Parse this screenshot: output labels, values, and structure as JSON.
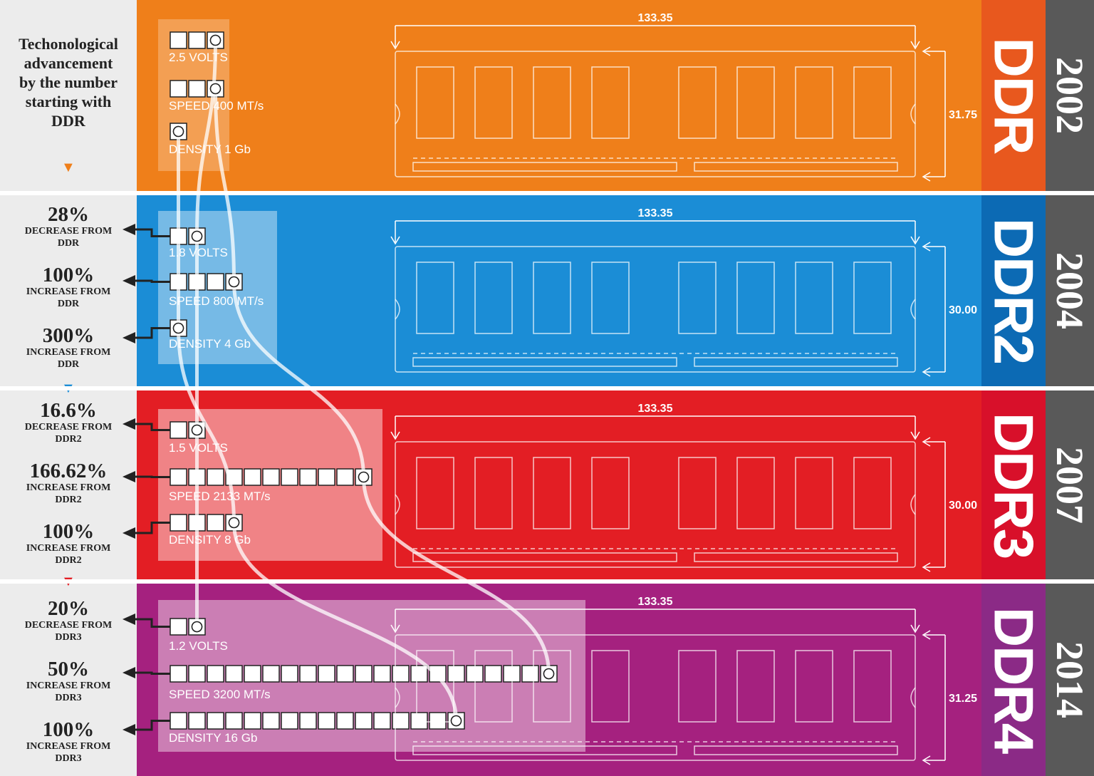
{
  "intro": {
    "lines": [
      "Techonological",
      "advancement",
      "by the number",
      "starting with",
      "DDR"
    ]
  },
  "colors": {
    "ddr": "#ef7f1a",
    "ddr2": "#1b8dd6",
    "ddr3": "#e31e24",
    "ddr4": "#a5217f",
    "gen_ddr": "#e8581e",
    "gen_ddr2": "#0c6ab4",
    "gen_ddr3": "#d8102a",
    "gen_ddr4": "#8b2a86",
    "year_bg": "#595959"
  },
  "generations": [
    {
      "name": "DDR",
      "year": "2002",
      "width_mm": "133.35",
      "height_mm": "31.75",
      "specs": [
        {
          "label": "2.5 VOLTS",
          "units": 3
        },
        {
          "label": "SPEED 400 MT/s",
          "units": 3
        },
        {
          "label": "DENSITY 1 Gb",
          "units": 1
        }
      ],
      "stats": []
    },
    {
      "name": "DDR2",
      "year": "2004",
      "width_mm": "133.35",
      "height_mm": "30.00",
      "specs": [
        {
          "label": "1.8 VOLTS",
          "units": 2
        },
        {
          "label": "SPEED 800 MT/s",
          "units": 4
        },
        {
          "label": "DENSITY 4 Gb",
          "units": 1
        }
      ],
      "stats": [
        {
          "pct": "28%",
          "line1": "DECREASE FROM",
          "line2": "DDR"
        },
        {
          "pct": "100%",
          "line1": "INCREASE FROM",
          "line2": "DDR"
        },
        {
          "pct": "300%",
          "line1": "INCREASE FROM",
          "line2": "DDR"
        }
      ]
    },
    {
      "name": "DDR3",
      "year": "2007",
      "width_mm": "133.35",
      "height_mm": "30.00",
      "specs": [
        {
          "label": "1.5 VOLTS",
          "units": 2
        },
        {
          "label": "SPEED 2133 MT/s",
          "units": 11
        },
        {
          "label": "DENSITY 8 Gb",
          "units": 4
        }
      ],
      "stats": [
        {
          "pct": "16.6%",
          "line1": "DECREASE FROM",
          "line2": "DDR2"
        },
        {
          "pct": "166.62%",
          "line1": "INCREASE FROM",
          "line2": "DDR2"
        },
        {
          "pct": "100%",
          "line1": "INCREASE FROM",
          "line2": "DDR2"
        }
      ]
    },
    {
      "name": "DDR4",
      "year": "2014",
      "width_mm": "133.35",
      "height_mm": "31.25",
      "specs": [
        {
          "label": "1.2 VOLTS",
          "units": 2
        },
        {
          "label": "SPEED 3200 MT/s",
          "units": 21
        },
        {
          "label": "DENSITY 16 Gb",
          "units": 16
        }
      ],
      "stats": [
        {
          "pct": "20%",
          "line1": "DECREASE FROM",
          "line2": "DDR3"
        },
        {
          "pct": "50%",
          "line1": "INCREASE FROM",
          "line2": "DDR3"
        },
        {
          "pct": "100%",
          "line1": "INCREASE FROM",
          "line2": "DDR3"
        }
      ]
    }
  ]
}
